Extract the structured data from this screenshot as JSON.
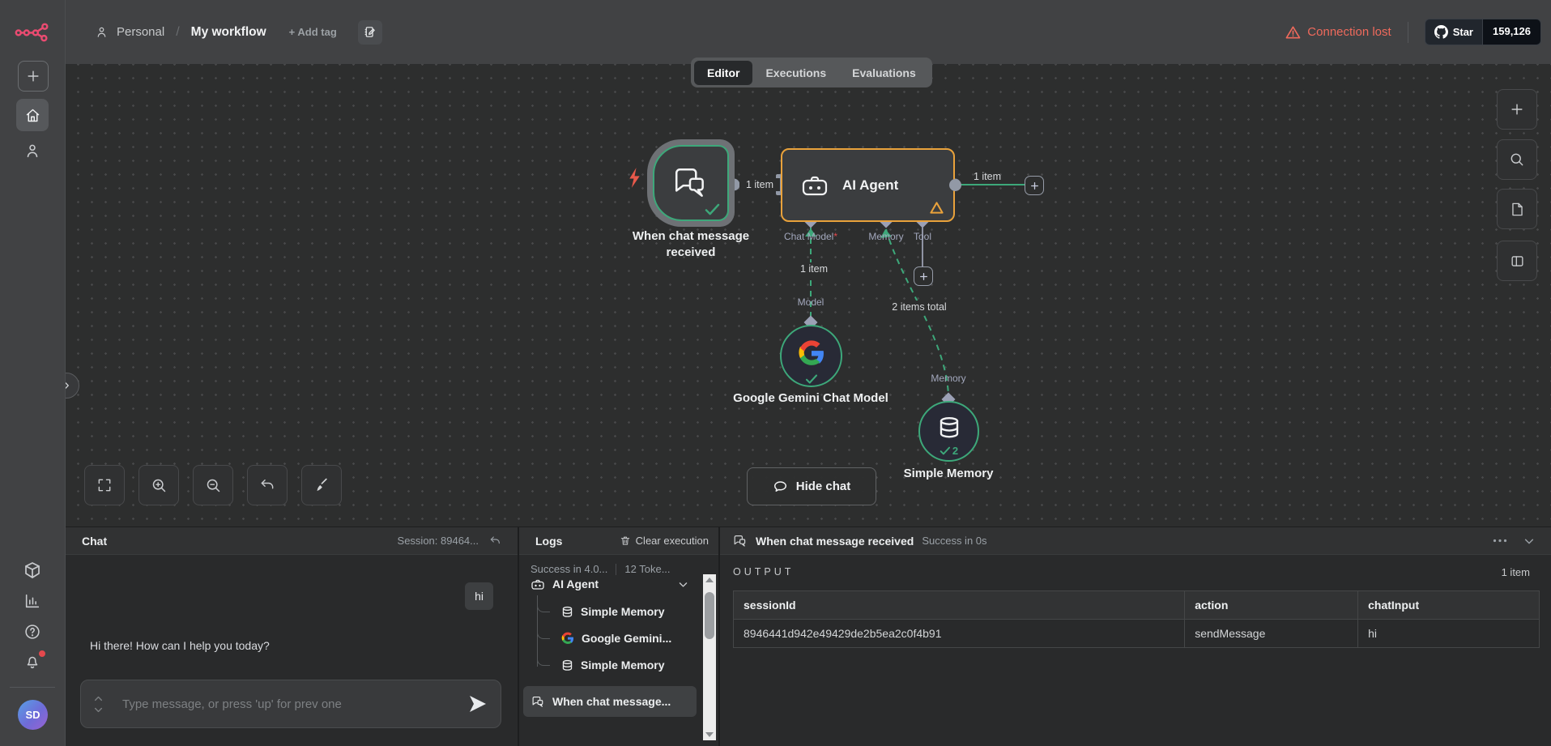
{
  "app": {
    "connection_warning": "Connection lost"
  },
  "topbar": {
    "project": "Personal",
    "separator": "/",
    "workflow_title": "My workflow",
    "add_tag_label": "+ Add tag",
    "tabs": [
      {
        "label": "Editor",
        "active": true
      },
      {
        "label": "Executions",
        "active": false
      },
      {
        "label": "Evaluations",
        "active": false
      }
    ],
    "github": {
      "star_label": "Star",
      "star_count": "159,126"
    }
  },
  "canvas": {
    "nodes": {
      "trigger": {
        "label": "When chat message received"
      },
      "agent": {
        "label": "AI Agent"
      },
      "model": {
        "label": "Google Gemini Chat Model"
      },
      "memory": {
        "label": "Simple Memory",
        "success_count": "2"
      }
    },
    "ports": {
      "chat_model": "Chat Model",
      "required_mark": "*",
      "memory": "Memory",
      "tool": "Tool",
      "model_in": "Model",
      "memory_in": "Memory"
    },
    "edges": {
      "trigger_to_agent": "1 item",
      "agent_output": "1 item",
      "model_count": "1 item",
      "memory_count": "2 items total"
    },
    "hide_chat_label": "Hide chat"
  },
  "chat": {
    "title": "Chat",
    "session_label": "Session: 89464...",
    "messages": [
      {
        "role": "user",
        "text": "hi"
      },
      {
        "role": "assistant",
        "text": "Hi there! How can I help you today?"
      }
    ],
    "input_placeholder": "Type message, or press 'up' for prev one"
  },
  "logs": {
    "title": "Logs",
    "clear_label": "Clear execution",
    "summary_status": "Success in 4.0...",
    "summary_tokens": "12 Toke...",
    "tree": [
      {
        "label": "AI Agent"
      },
      {
        "label": "Simple Memory"
      },
      {
        "label": "Google Gemini..."
      },
      {
        "label": "Simple Memory"
      },
      {
        "label": "When chat message..."
      }
    ]
  },
  "output": {
    "node_title": "When chat message received",
    "status": "Success in 0s",
    "section_label": "OUTPUT",
    "items_label": "1 item",
    "table": {
      "headers": [
        "sessionId",
        "action",
        "chatInput"
      ],
      "rows": [
        [
          "8946441d942e49429de2b5ea2c0f4b91",
          "sendMessage",
          "hi"
        ]
      ]
    }
  },
  "avatar": {
    "initials": "SD"
  },
  "colors": {
    "accent": "#ea4b71",
    "success": "#3da87a",
    "warning": "#e9a23b",
    "danger": "#ef6259",
    "connector": "#9ba0b5"
  }
}
